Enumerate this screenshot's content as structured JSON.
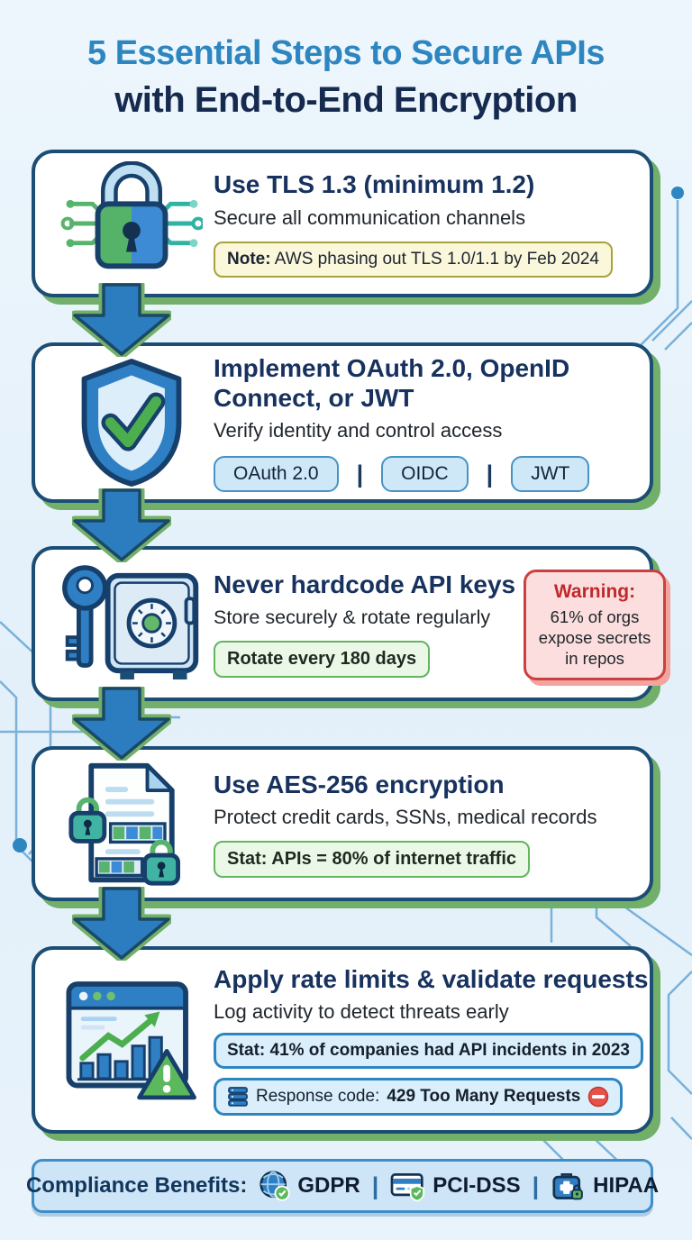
{
  "header": {
    "title_line1": "5 Essential Steps to Secure APIs",
    "title_line2": "with End-to-End Encryption"
  },
  "steps": [
    {
      "icon": "padlock-circuit-icon",
      "title": "Use TLS 1.3 (minimum 1.2)",
      "subtitle": "Secure all communication channels",
      "note_label": "Note:",
      "note_text": "AWS phasing out TLS 1.0/1.1 by Feb 2024"
    },
    {
      "icon": "shield-check-icon",
      "title": "Implement OAuth 2.0, OpenID Connect, or JWT",
      "subtitle": "Verify identity and control access",
      "chips": [
        "OAuth 2.0",
        "OIDC",
        "JWT"
      ]
    },
    {
      "icon": "key-safe-icon",
      "title": "Never hardcode API keys",
      "subtitle": "Store securely & rotate regularly",
      "badge": "Rotate every 180 days",
      "warning_label": "Warning:",
      "warning_text": "61% of orgs expose secrets in repos"
    },
    {
      "icon": "encrypted-document-icon",
      "title": "Use AES-256 encryption",
      "subtitle": "Protect credit cards, SSNs, medical records",
      "badge": "Stat: APIs = 80% of internet traffic"
    },
    {
      "icon": "analytics-warning-icon",
      "title": "Apply rate limits & validate requests",
      "subtitle": "Log activity to detect threats early",
      "stat_badge": "Stat: 41% of companies had API incidents in 2023",
      "response_label": "Response code:",
      "response_code": "429 Too Many Requests"
    }
  ],
  "footer": {
    "label": "Compliance Benefits:",
    "items": [
      {
        "icon": "globe-icon",
        "name": "GDPR"
      },
      {
        "icon": "credit-card-icon",
        "name": "PCI-DSS"
      },
      {
        "icon": "medical-kit-icon",
        "name": "HIPAA"
      }
    ]
  },
  "ui": {
    "separator": "|"
  },
  "colors": {
    "background": "#e7f2fb",
    "title_blue": "#2e86c1",
    "title_navy": "#152a4e",
    "card_border": "#1c4e75",
    "shadow_green": "#72b069",
    "arrow_blue": "#2b7dc0",
    "note_bg": "#faf7da",
    "note_border": "#a8a23c",
    "badge_green_bg": "#ecf8e7",
    "badge_green_border": "#63b55e",
    "chip_bg": "#cfe8f8",
    "chip_border": "#4793c4",
    "warning_bg": "#fbdedd",
    "warning_border": "#cb4040",
    "warning_red": "#c0292b",
    "stat_badge_bg": "#daeefb",
    "stat_badge_border": "#2e86c1",
    "footer_bg": "#cde5f6",
    "footer_border": "#3f8dc6"
  }
}
